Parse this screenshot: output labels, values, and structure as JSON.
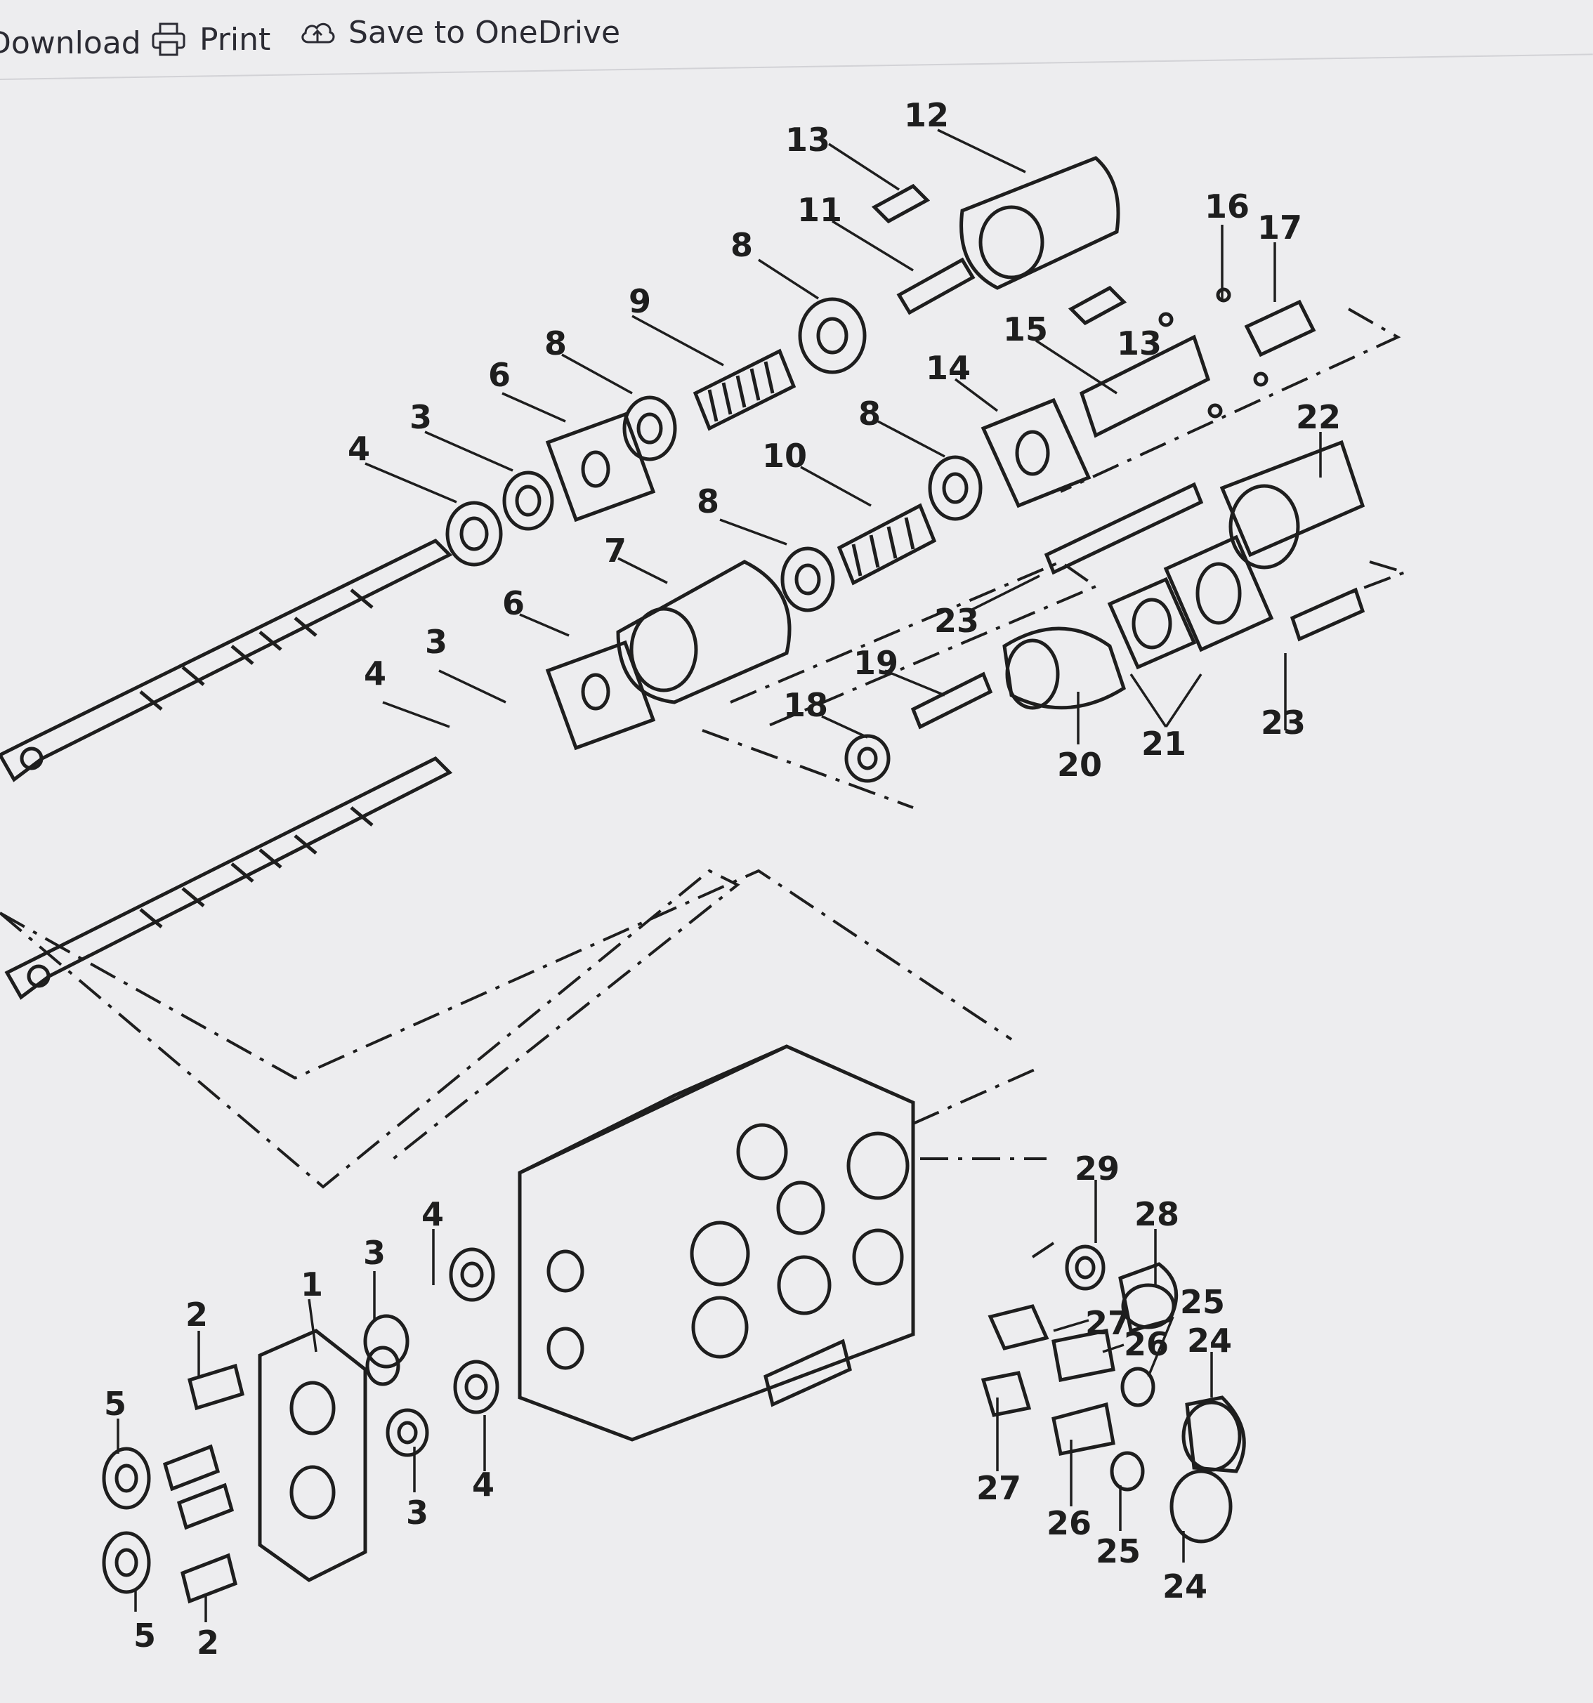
{
  "toolbar": {
    "download_label": "Download",
    "print_label": "Print",
    "onedrive_label": "Save to OneDrive",
    "icons": [
      "download-icon",
      "print-icon",
      "cloud-upload-icon"
    ]
  },
  "callouts": [
    "13",
    "12",
    "11",
    "8",
    "9",
    "8",
    "6",
    "3",
    "4",
    "16",
    "17",
    "15",
    "13",
    "14",
    "8",
    "10",
    "8",
    "7",
    "6",
    "3",
    "4",
    "22",
    "23",
    "19",
    "18",
    "20",
    "21",
    "23",
    "29",
    "28",
    "27",
    "25",
    "26",
    "24",
    "27",
    "26",
    "25",
    "24",
    "1",
    "2",
    "3",
    "4",
    "5",
    "5",
    "2",
    "3",
    "4"
  ],
  "colors": {
    "background": "#ededef",
    "ink": "#1e1e1e",
    "toolbar_text": "#2b2b33"
  }
}
